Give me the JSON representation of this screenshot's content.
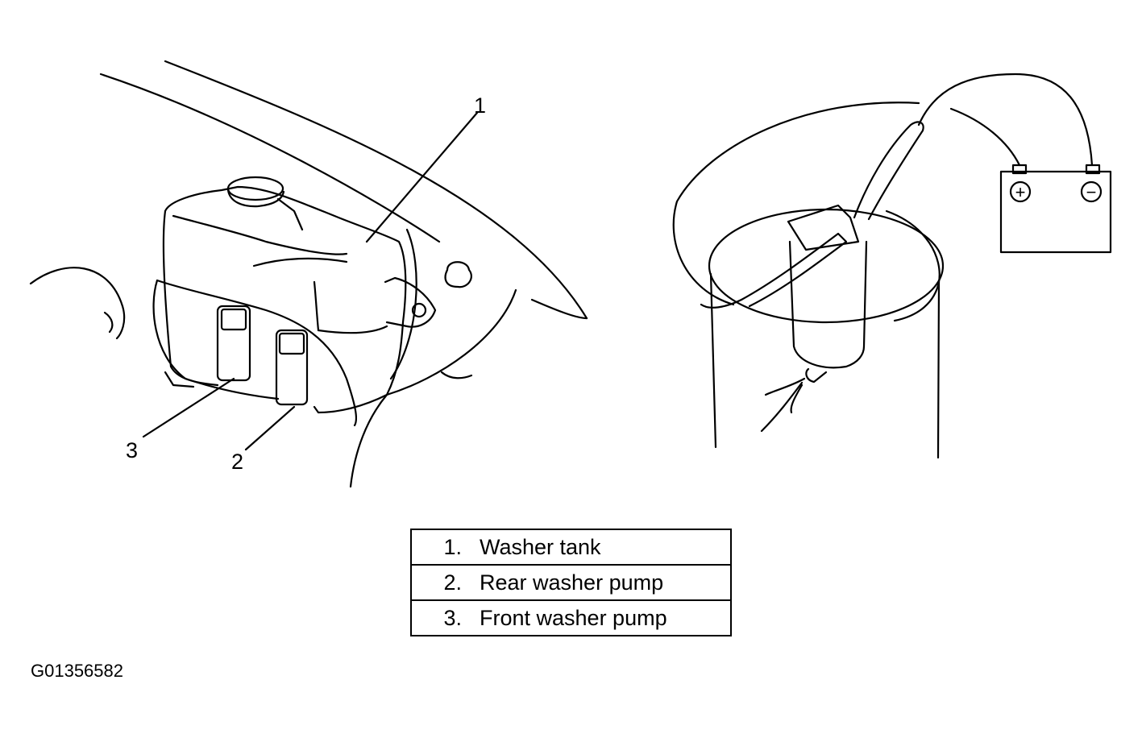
{
  "callouts": {
    "tank": "1",
    "rear_pump": "2",
    "front_pump": "3"
  },
  "battery": {
    "positive_symbol": "+",
    "negative_symbol": "−"
  },
  "legend": [
    {
      "number": "1.",
      "label": "Washer tank"
    },
    {
      "number": "2.",
      "label": "Rear washer pump"
    },
    {
      "number": "3.",
      "label": "Front washer pump"
    }
  ],
  "figure_id": "G01356582"
}
